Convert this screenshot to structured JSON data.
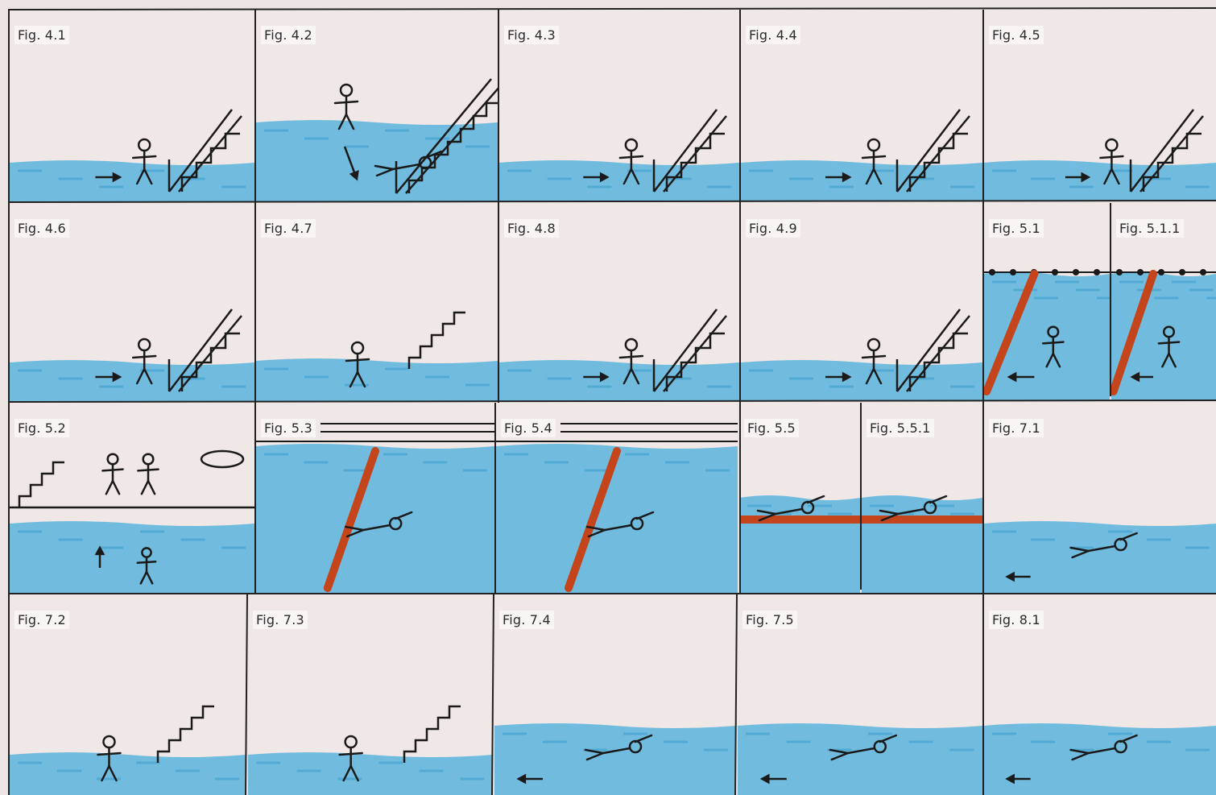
{
  "figures": [
    {
      "label": "Fig. 4.1",
      "scene": "stairs"
    },
    {
      "label": "Fig. 4.2",
      "scene": "big-stairs"
    },
    {
      "label": "Fig. 4.3",
      "scene": "stairs"
    },
    {
      "label": "Fig. 4.4",
      "scene": "stairs"
    },
    {
      "label": "Fig. 4.5",
      "scene": "stairs"
    },
    {
      "label": "Fig. 4.6",
      "scene": "stairs"
    },
    {
      "label": "Fig. 4.7",
      "scene": "steps-only"
    },
    {
      "label": "Fig. 4.8",
      "scene": "stairs"
    },
    {
      "label": "Fig. 4.9",
      "scene": "stairs"
    },
    {
      "label": "Fig. 5.1",
      "scene": "pole"
    },
    {
      "label": "Fig. 5.1.1",
      "scene": "pole"
    },
    {
      "label": "Fig. 5.2",
      "scene": "poolside-steps"
    },
    {
      "label": "Fig. 5.3",
      "scene": "pole-deep"
    },
    {
      "label": "Fig. 5.4",
      "scene": "pole-deep"
    },
    {
      "label": "Fig. 5.5",
      "scene": "horizontal-pole"
    },
    {
      "label": "Fig. 5.5.1",
      "scene": "horizontal-pole"
    },
    {
      "label": "Fig. 7.1",
      "scene": "open-water"
    },
    {
      "label": "Fig. 7.2",
      "scene": "steps-only"
    },
    {
      "label": "Fig. 7.3",
      "scene": "steps-only"
    },
    {
      "label": "Fig. 7.4",
      "scene": "open-water"
    },
    {
      "label": "Fig. 7.5",
      "scene": "open-water"
    },
    {
      "label": "Fig. 8.1",
      "scene": "open-water"
    }
  ],
  "colors": {
    "paper": "#f0e8e6",
    "water": "#5bb4dc",
    "ink": "#1a1a1a",
    "pole": "#c4451c"
  },
  "icons": [
    "stick-figure-icon",
    "arrow-icon",
    "stair-railing-icon",
    "pole-icon",
    "lane-rope-icon"
  ]
}
